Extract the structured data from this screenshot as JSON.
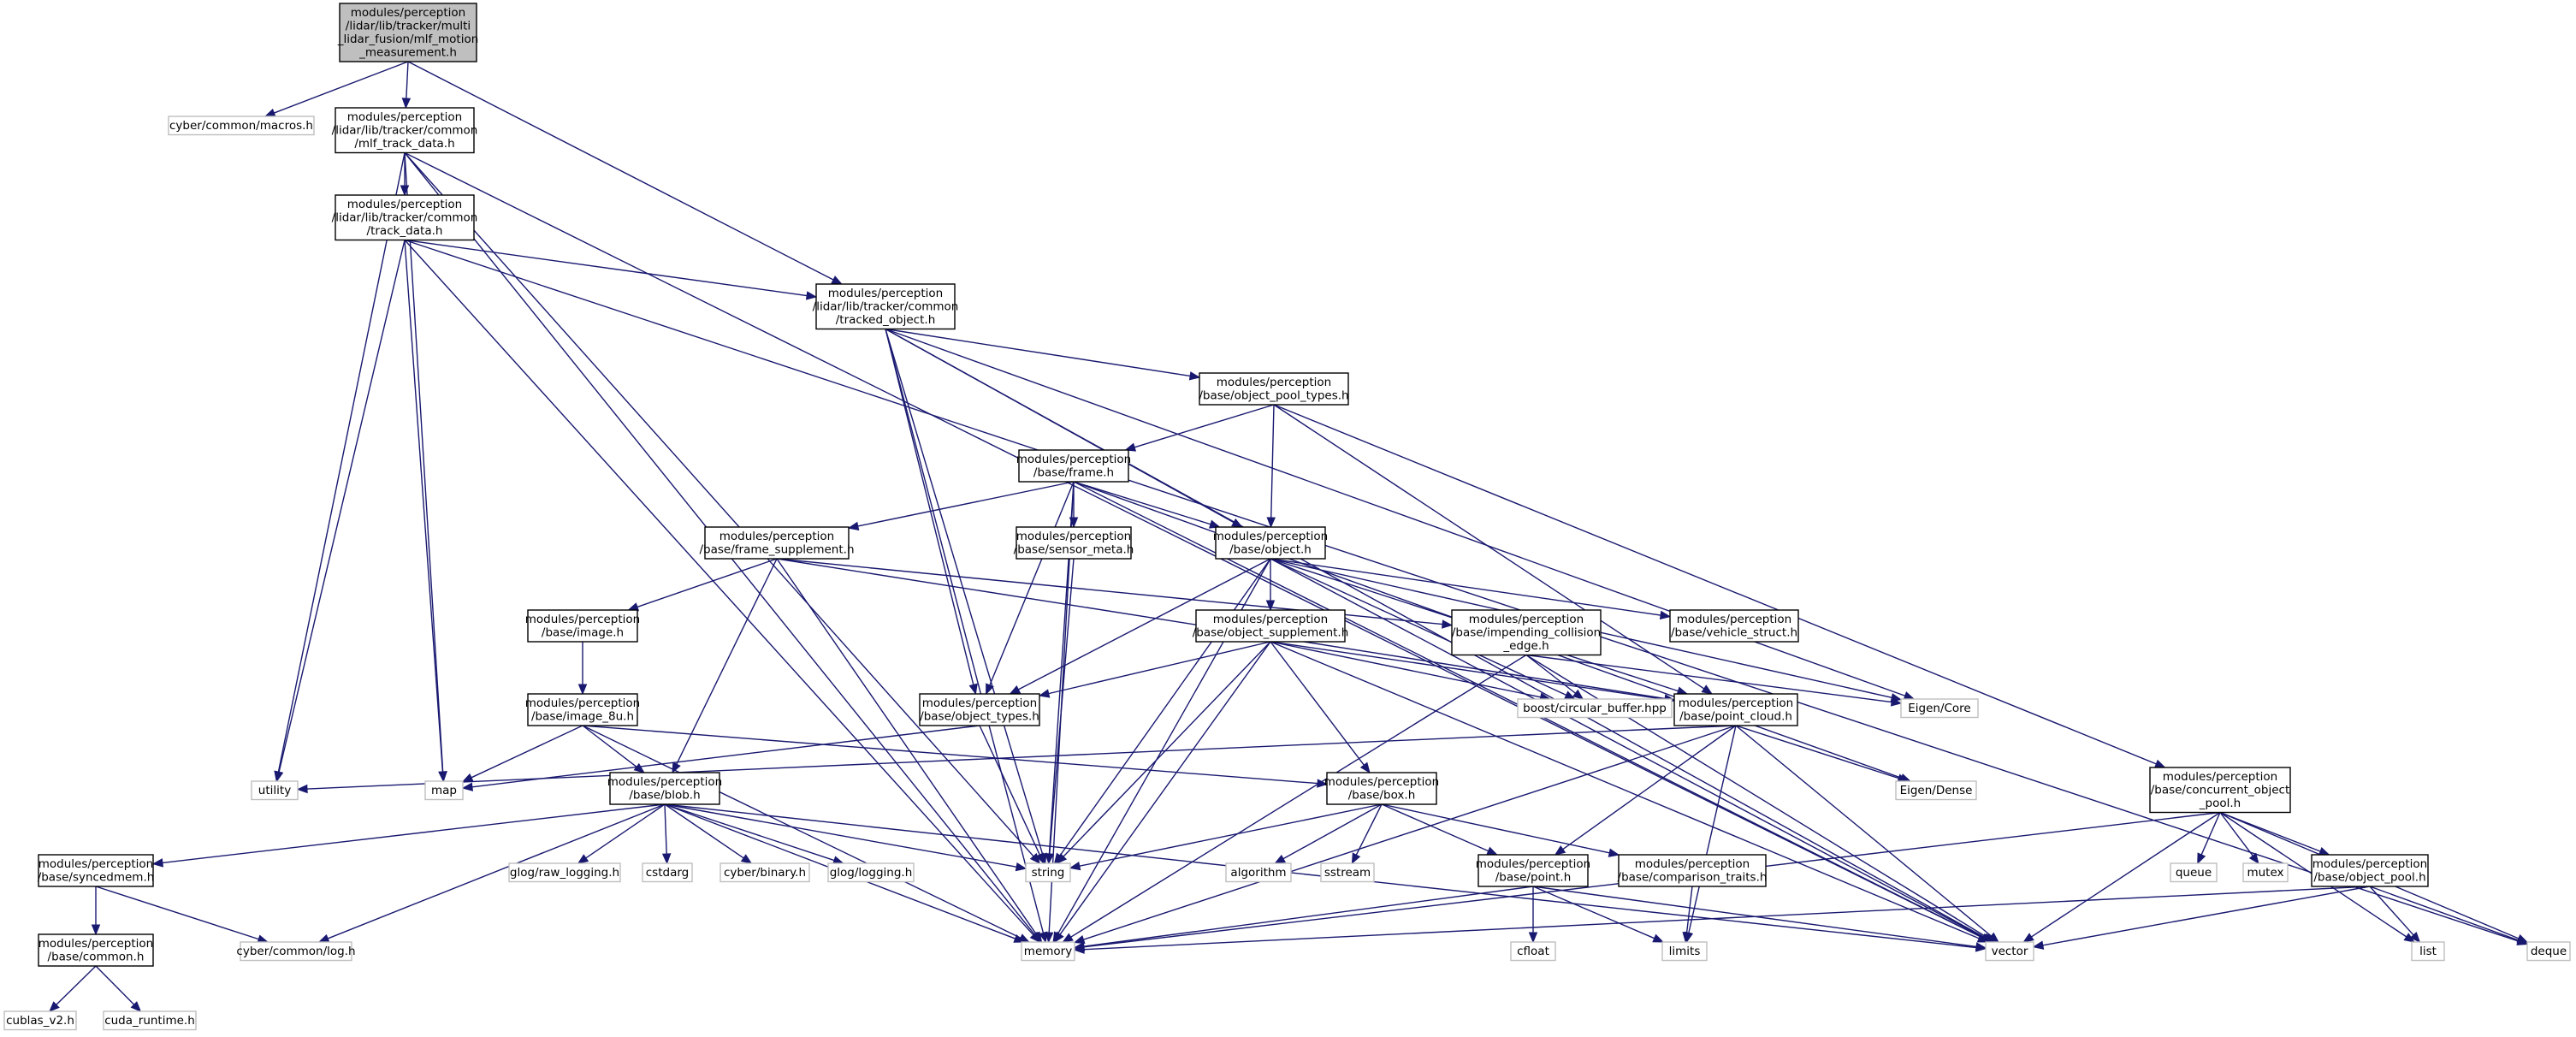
{
  "diagram": {
    "colors": {
      "edge": "#191970",
      "node_border": "#000000",
      "external_border": "#bfbfbf",
      "root_fill": "#bfbfbf",
      "node_fill": "#ffffff",
      "text": "#000000"
    },
    "nodes": [
      {
        "id": "root",
        "lines": [
          "modules/perception",
          "/lidar/lib/tracker/multi",
          "_lidar_fusion/mlf_motion",
          "_measurement.h"
        ],
        "kind": "root"
      },
      {
        "id": "macros",
        "lines": [
          "cyber/common/macros.h"
        ],
        "kind": "external"
      },
      {
        "id": "mlf_track_data",
        "lines": [
          "modules/perception",
          "/lidar/lib/tracker/common",
          "/mlf_track_data.h"
        ],
        "kind": "internal"
      },
      {
        "id": "track_data",
        "lines": [
          "modules/perception",
          "/lidar/lib/tracker/common",
          "/track_data.h"
        ],
        "kind": "internal"
      },
      {
        "id": "tracked_object",
        "lines": [
          "modules/perception",
          "/lidar/lib/tracker/common",
          "/tracked_object.h"
        ],
        "kind": "internal"
      },
      {
        "id": "object_pool_types",
        "lines": [
          "modules/perception",
          "/base/object_pool_types.h"
        ],
        "kind": "internal"
      },
      {
        "id": "frame",
        "lines": [
          "modules/perception",
          "/base/frame.h"
        ],
        "kind": "internal"
      },
      {
        "id": "frame_supplement",
        "lines": [
          "modules/perception",
          "/base/frame_supplement.h"
        ],
        "kind": "internal"
      },
      {
        "id": "sensor_meta",
        "lines": [
          "modules/perception",
          "/base/sensor_meta.h"
        ],
        "kind": "internal"
      },
      {
        "id": "object",
        "lines": [
          "modules/perception",
          "/base/object.h"
        ],
        "kind": "internal"
      },
      {
        "id": "image",
        "lines": [
          "modules/perception",
          "/base/image.h"
        ],
        "kind": "internal"
      },
      {
        "id": "object_supplement",
        "lines": [
          "modules/perception",
          "/base/object_supplement.h"
        ],
        "kind": "internal"
      },
      {
        "id": "impending_collision",
        "lines": [
          "modules/perception",
          "/base/impending_collision",
          "_edge.h"
        ],
        "kind": "internal"
      },
      {
        "id": "vehicle_struct",
        "lines": [
          "modules/perception",
          "/base/vehicle_struct.h"
        ],
        "kind": "internal"
      },
      {
        "id": "image_8u",
        "lines": [
          "modules/perception",
          "/base/image_8u.h"
        ],
        "kind": "internal"
      },
      {
        "id": "object_types",
        "lines": [
          "modules/perception",
          "/base/object_types.h"
        ],
        "kind": "internal"
      },
      {
        "id": "circular_buffer",
        "lines": [
          "boost/circular_buffer.hpp"
        ],
        "kind": "external"
      },
      {
        "id": "point_cloud",
        "lines": [
          "modules/perception",
          "/base/point_cloud.h"
        ],
        "kind": "internal"
      },
      {
        "id": "eigen_core",
        "lines": [
          "Eigen/Core"
        ],
        "kind": "external"
      },
      {
        "id": "utility",
        "lines": [
          "utility"
        ],
        "kind": "external"
      },
      {
        "id": "map",
        "lines": [
          "map"
        ],
        "kind": "external"
      },
      {
        "id": "blob",
        "lines": [
          "modules/perception",
          "/base/blob.h"
        ],
        "kind": "internal"
      },
      {
        "id": "box",
        "lines": [
          "modules/perception",
          "/base/box.h"
        ],
        "kind": "internal"
      },
      {
        "id": "eigen_dense",
        "lines": [
          "Eigen/Dense"
        ],
        "kind": "external"
      },
      {
        "id": "concurrent_pool",
        "lines": [
          "modules/perception",
          "/base/concurrent_object",
          "_pool.h"
        ],
        "kind": "internal"
      },
      {
        "id": "syncedmem",
        "lines": [
          "modules/perception",
          "/base/syncedmem.h"
        ],
        "kind": "internal"
      },
      {
        "id": "glog_raw",
        "lines": [
          "glog/raw_logging.h"
        ],
        "kind": "external"
      },
      {
        "id": "cstdarg",
        "lines": [
          "cstdarg"
        ],
        "kind": "external"
      },
      {
        "id": "cyber_binary",
        "lines": [
          "cyber/binary.h"
        ],
        "kind": "external"
      },
      {
        "id": "glog_logging",
        "lines": [
          "glog/logging.h"
        ],
        "kind": "external"
      },
      {
        "id": "string",
        "lines": [
          "string"
        ],
        "kind": "external"
      },
      {
        "id": "algorithm",
        "lines": [
          "algorithm"
        ],
        "kind": "external"
      },
      {
        "id": "sstream",
        "lines": [
          "sstream"
        ],
        "kind": "external"
      },
      {
        "id": "point",
        "lines": [
          "modules/perception",
          "/base/point.h"
        ],
        "kind": "internal"
      },
      {
        "id": "comparison_traits",
        "lines": [
          "modules/perception",
          "/base/comparison_traits.h"
        ],
        "kind": "internal"
      },
      {
        "id": "queue",
        "lines": [
          "queue"
        ],
        "kind": "external"
      },
      {
        "id": "mutex",
        "lines": [
          "mutex"
        ],
        "kind": "external"
      },
      {
        "id": "object_pool",
        "lines": [
          "modules/perception",
          "/base/object_pool.h"
        ],
        "kind": "internal"
      },
      {
        "id": "common",
        "lines": [
          "modules/perception",
          "/base/common.h"
        ],
        "kind": "internal"
      },
      {
        "id": "cyber_log",
        "lines": [
          "cyber/common/log.h"
        ],
        "kind": "external"
      },
      {
        "id": "memory",
        "lines": [
          "memory"
        ],
        "kind": "external"
      },
      {
        "id": "cfloat",
        "lines": [
          "cfloat"
        ],
        "kind": "external"
      },
      {
        "id": "limits",
        "lines": [
          "limits"
        ],
        "kind": "external"
      },
      {
        "id": "vector",
        "lines": [
          "vector"
        ],
        "kind": "external"
      },
      {
        "id": "list",
        "lines": [
          "list"
        ],
        "kind": "external"
      },
      {
        "id": "deque",
        "lines": [
          "deque"
        ],
        "kind": "external"
      },
      {
        "id": "cublas",
        "lines": [
          "cublas_v2.h"
        ],
        "kind": "external"
      },
      {
        "id": "cuda_runtime",
        "lines": [
          "cuda_runtime.h"
        ],
        "kind": "external"
      }
    ],
    "edges": [
      [
        "root",
        "macros"
      ],
      [
        "root",
        "mlf_track_data"
      ],
      [
        "root",
        "tracked_object"
      ],
      [
        "mlf_track_data",
        "track_data"
      ],
      [
        "mlf_track_data",
        "utility"
      ],
      [
        "mlf_track_data",
        "map"
      ],
      [
        "mlf_track_data",
        "memory"
      ],
      [
        "mlf_track_data",
        "string"
      ],
      [
        "mlf_track_data",
        "vector"
      ],
      [
        "track_data",
        "tracked_object"
      ],
      [
        "track_data",
        "utility"
      ],
      [
        "track_data",
        "map"
      ],
      [
        "track_data",
        "memory"
      ],
      [
        "track_data",
        "deque"
      ],
      [
        "tracked_object",
        "object_pool_types"
      ],
      [
        "tracked_object",
        "object"
      ],
      [
        "tracked_object",
        "object_types"
      ],
      [
        "tracked_object",
        "string"
      ],
      [
        "tracked_object",
        "memory"
      ],
      [
        "tracked_object",
        "eigen_core"
      ],
      [
        "tracked_object",
        "vector"
      ],
      [
        "object_pool_types",
        "frame"
      ],
      [
        "object_pool_types",
        "object"
      ],
      [
        "object_pool_types",
        "point_cloud"
      ],
      [
        "object_pool_types",
        "concurrent_pool"
      ],
      [
        "frame",
        "frame_supplement"
      ],
      [
        "frame",
        "sensor_meta"
      ],
      [
        "frame",
        "object"
      ],
      [
        "frame",
        "object_types"
      ],
      [
        "frame",
        "memory"
      ],
      [
        "frame",
        "string"
      ],
      [
        "frame",
        "eigen_dense"
      ],
      [
        "frame",
        "vector"
      ],
      [
        "frame_supplement",
        "image"
      ],
      [
        "frame_supplement",
        "blob"
      ],
      [
        "frame_supplement",
        "impending_collision"
      ],
      [
        "frame_supplement",
        "point_cloud"
      ],
      [
        "frame_supplement",
        "memory"
      ],
      [
        "sensor_meta",
        "string"
      ],
      [
        "object",
        "object_supplement"
      ],
      [
        "object",
        "vehicle_struct"
      ],
      [
        "object",
        "point_cloud"
      ],
      [
        "object",
        "object_types"
      ],
      [
        "object",
        "circular_buffer"
      ],
      [
        "object",
        "eigen_core"
      ],
      [
        "object",
        "string"
      ],
      [
        "object",
        "memory"
      ],
      [
        "object",
        "vector"
      ],
      [
        "image",
        "image_8u"
      ],
      [
        "image_8u",
        "blob"
      ],
      [
        "image_8u",
        "box"
      ],
      [
        "image_8u",
        "map"
      ],
      [
        "image_8u",
        "memory"
      ],
      [
        "object_supplement",
        "object_types"
      ],
      [
        "object_supplement",
        "box"
      ],
      [
        "object_supplement",
        "circular_buffer"
      ],
      [
        "object_supplement",
        "point_cloud"
      ],
      [
        "object_supplement",
        "string"
      ],
      [
        "object_supplement",
        "memory"
      ],
      [
        "object_supplement",
        "vector"
      ],
      [
        "impending_collision",
        "circular_buffer"
      ],
      [
        "impending_collision",
        "eigen_core"
      ],
      [
        "impending_collision",
        "memory"
      ],
      [
        "impending_collision",
        "vector"
      ],
      [
        "object_types",
        "map"
      ],
      [
        "object_types",
        "string"
      ],
      [
        "point_cloud",
        "point"
      ],
      [
        "point_cloud",
        "eigen_dense"
      ],
      [
        "point_cloud",
        "utility"
      ],
      [
        "point_cloud",
        "memory"
      ],
      [
        "point_cloud",
        "limits"
      ],
      [
        "point_cloud",
        "vector"
      ],
      [
        "blob",
        "syncedmem"
      ],
      [
        "blob",
        "glog_raw"
      ],
      [
        "blob",
        "cstdarg"
      ],
      [
        "blob",
        "cyber_binary"
      ],
      [
        "blob",
        "glog_logging"
      ],
      [
        "blob",
        "cyber_log"
      ],
      [
        "blob",
        "memory"
      ],
      [
        "blob",
        "string"
      ],
      [
        "blob",
        "vector"
      ],
      [
        "box",
        "algorithm"
      ],
      [
        "box",
        "sstream"
      ],
      [
        "box",
        "string"
      ],
      [
        "box",
        "point"
      ],
      [
        "box",
        "comparison_traits"
      ],
      [
        "concurrent_pool",
        "queue"
      ],
      [
        "concurrent_pool",
        "mutex"
      ],
      [
        "concurrent_pool",
        "object_pool"
      ],
      [
        "concurrent_pool",
        "memory"
      ],
      [
        "concurrent_pool",
        "vector"
      ],
      [
        "concurrent_pool",
        "list"
      ],
      [
        "concurrent_pool",
        "deque"
      ],
      [
        "syncedmem",
        "common"
      ],
      [
        "syncedmem",
        "cyber_log"
      ],
      [
        "point",
        "memory"
      ],
      [
        "point",
        "cfloat"
      ],
      [
        "point",
        "limits"
      ],
      [
        "point",
        "vector"
      ],
      [
        "comparison_traits",
        "limits"
      ],
      [
        "object_pool",
        "memory"
      ],
      [
        "object_pool",
        "vector"
      ],
      [
        "object_pool",
        "list"
      ],
      [
        "object_pool",
        "deque"
      ],
      [
        "common",
        "cublas"
      ],
      [
        "common",
        "cuda_runtime"
      ]
    ]
  }
}
